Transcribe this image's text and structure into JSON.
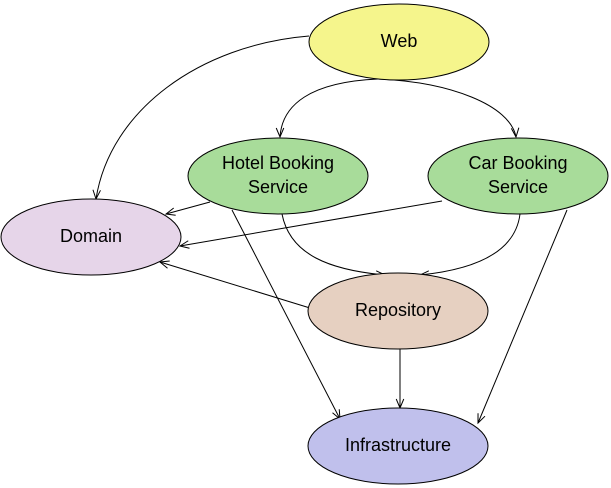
{
  "nodes": {
    "web": {
      "lines": [
        "Web"
      ],
      "color": "#f5f58c"
    },
    "hotel": {
      "lines": [
        "Hotel Booking",
        "Service"
      ],
      "color": "#a8dc9a"
    },
    "car": {
      "lines": [
        "Car Booking",
        "Service"
      ],
      "color": "#a8dc9a"
    },
    "domain": {
      "lines": [
        "Domain"
      ],
      "color": "#e6d5e9"
    },
    "repository": {
      "lines": [
        "Repository"
      ],
      "color": "#e6d0c1"
    },
    "infrastructure": {
      "lines": [
        "Infrastructure"
      ],
      "color": "#c0c0ec"
    }
  },
  "edges": [
    {
      "from": "web",
      "to": "hotel"
    },
    {
      "from": "web",
      "to": "car"
    },
    {
      "from": "web",
      "to": "domain"
    },
    {
      "from": "hotel",
      "to": "domain"
    },
    {
      "from": "hotel",
      "to": "repository"
    },
    {
      "from": "hotel",
      "to": "infrastructure"
    },
    {
      "from": "car",
      "to": "domain"
    },
    {
      "from": "car",
      "to": "repository"
    },
    {
      "from": "car",
      "to": "infrastructure"
    },
    {
      "from": "repository",
      "to": "domain"
    },
    {
      "from": "repository",
      "to": "infrastructure"
    }
  ]
}
